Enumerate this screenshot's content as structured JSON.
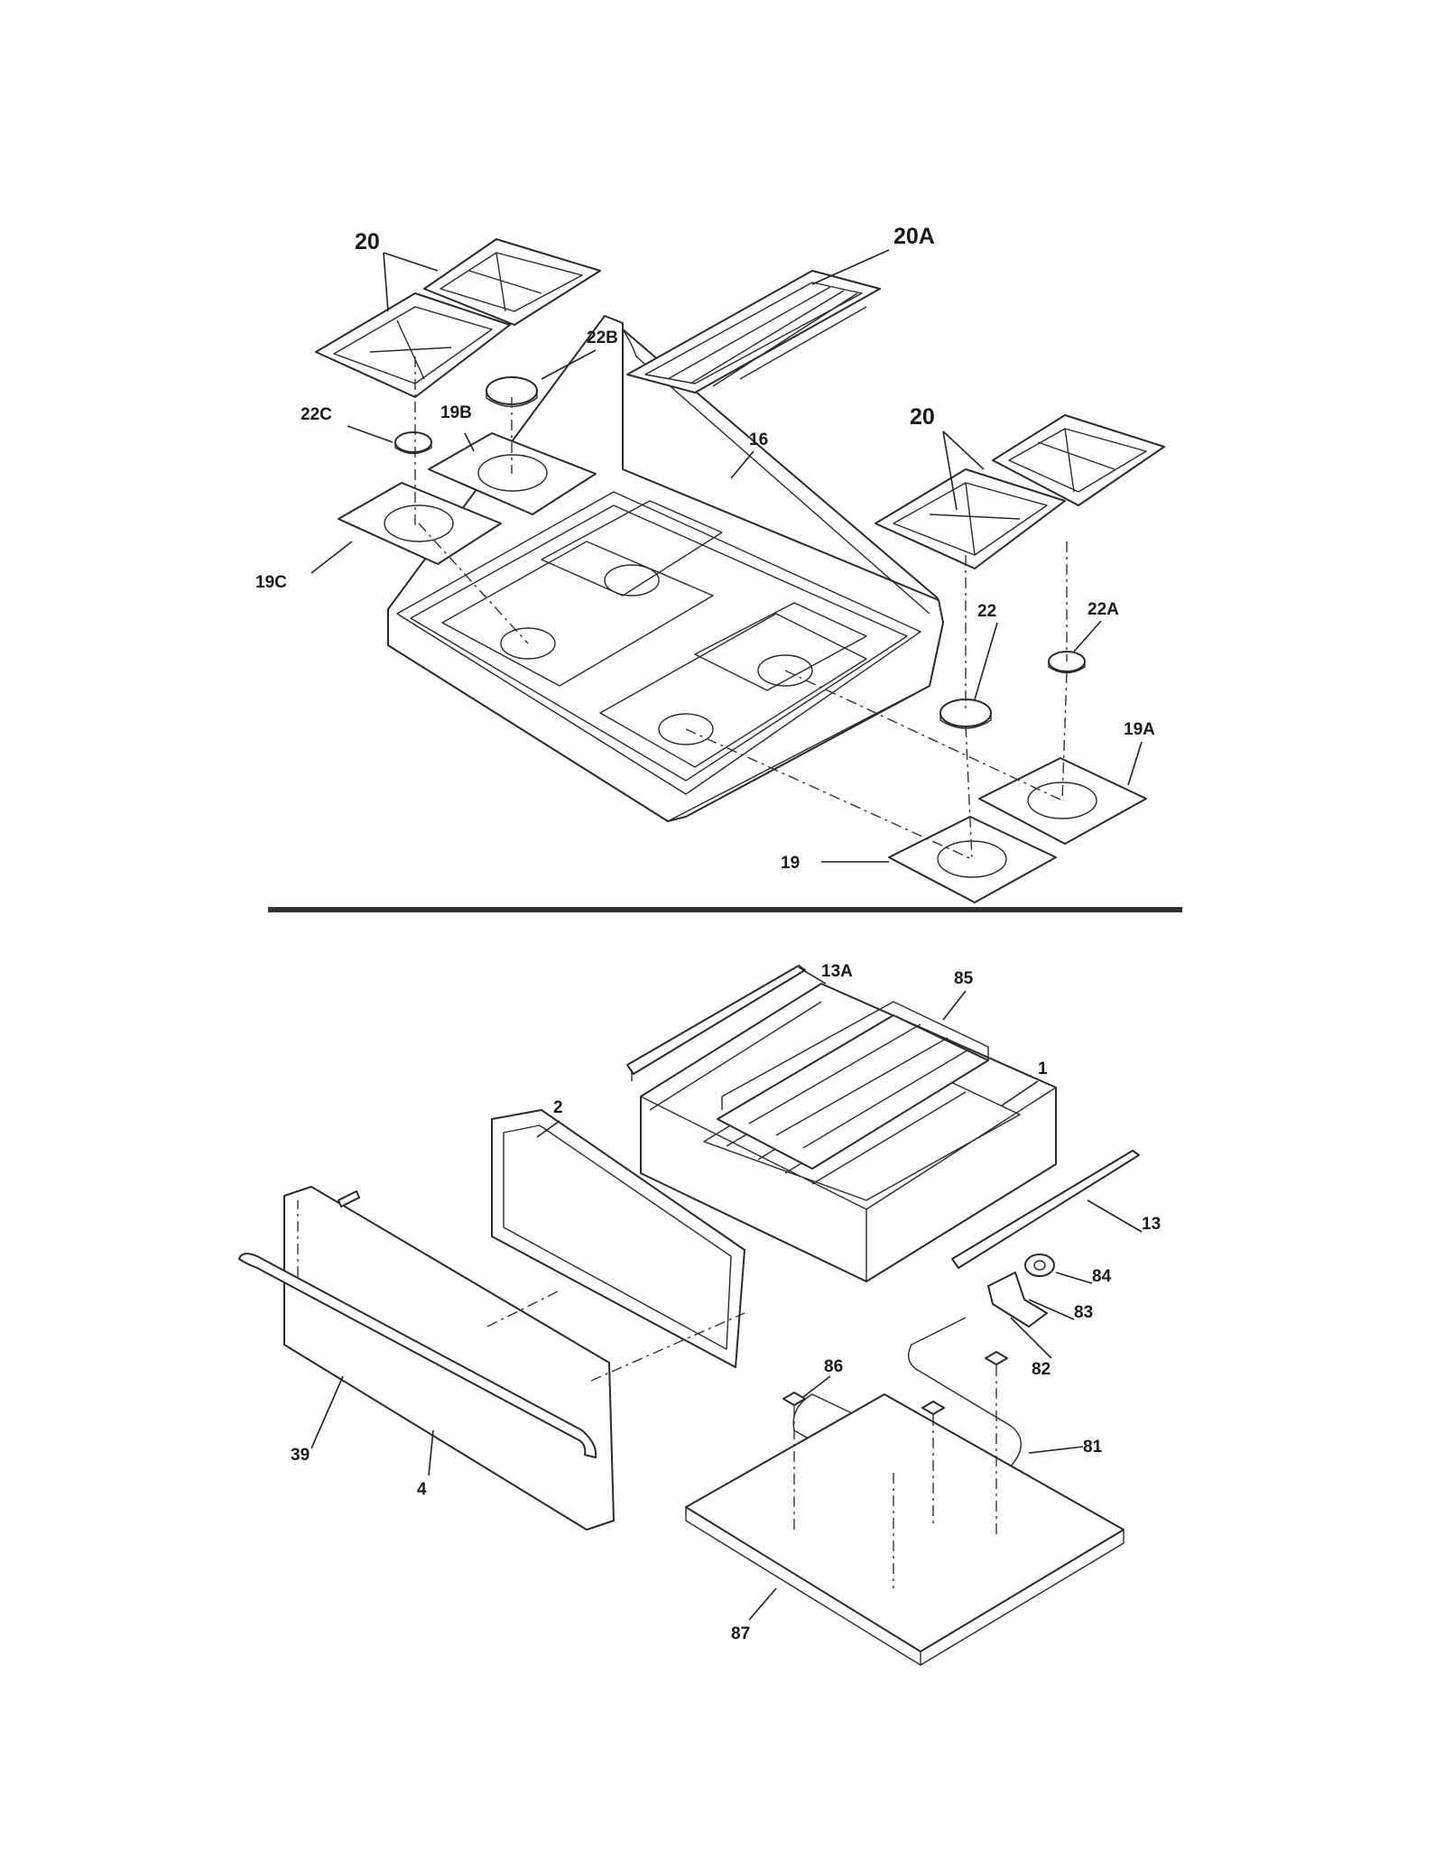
{
  "labels": {
    "l20a": "20",
    "l20b": "20",
    "l20A": "20A",
    "l22B": "22B",
    "l22C": "22C",
    "l19B": "19B",
    "l16": "16",
    "l19C": "19C",
    "l22": "22",
    "l22A": "22A",
    "l19A": "19A",
    "l19": "19",
    "l13A": "13A",
    "l85": "85",
    "l1": "1",
    "l2": "2",
    "l13": "13",
    "l84": "84",
    "l83": "83",
    "l82": "82",
    "l86": "86",
    "l81": "81",
    "l39": "39",
    "l4": "4",
    "l87": "87"
  }
}
